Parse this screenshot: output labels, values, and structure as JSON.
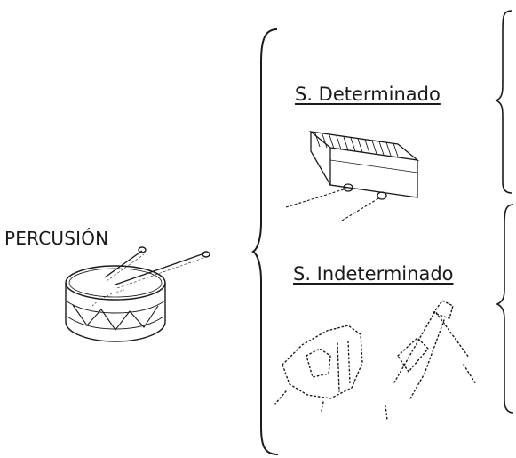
{
  "diagram": {
    "category_label": "PERCUSIÓN",
    "branches": [
      {
        "label": "S. Determinado",
        "illustration": "xylophone-icon"
      },
      {
        "label": "S. Indeterminado",
        "illustration": "triangle-and-maracas-icon"
      }
    ],
    "category_illustration": "drum-icon",
    "line_color": "#1a1a1a"
  }
}
